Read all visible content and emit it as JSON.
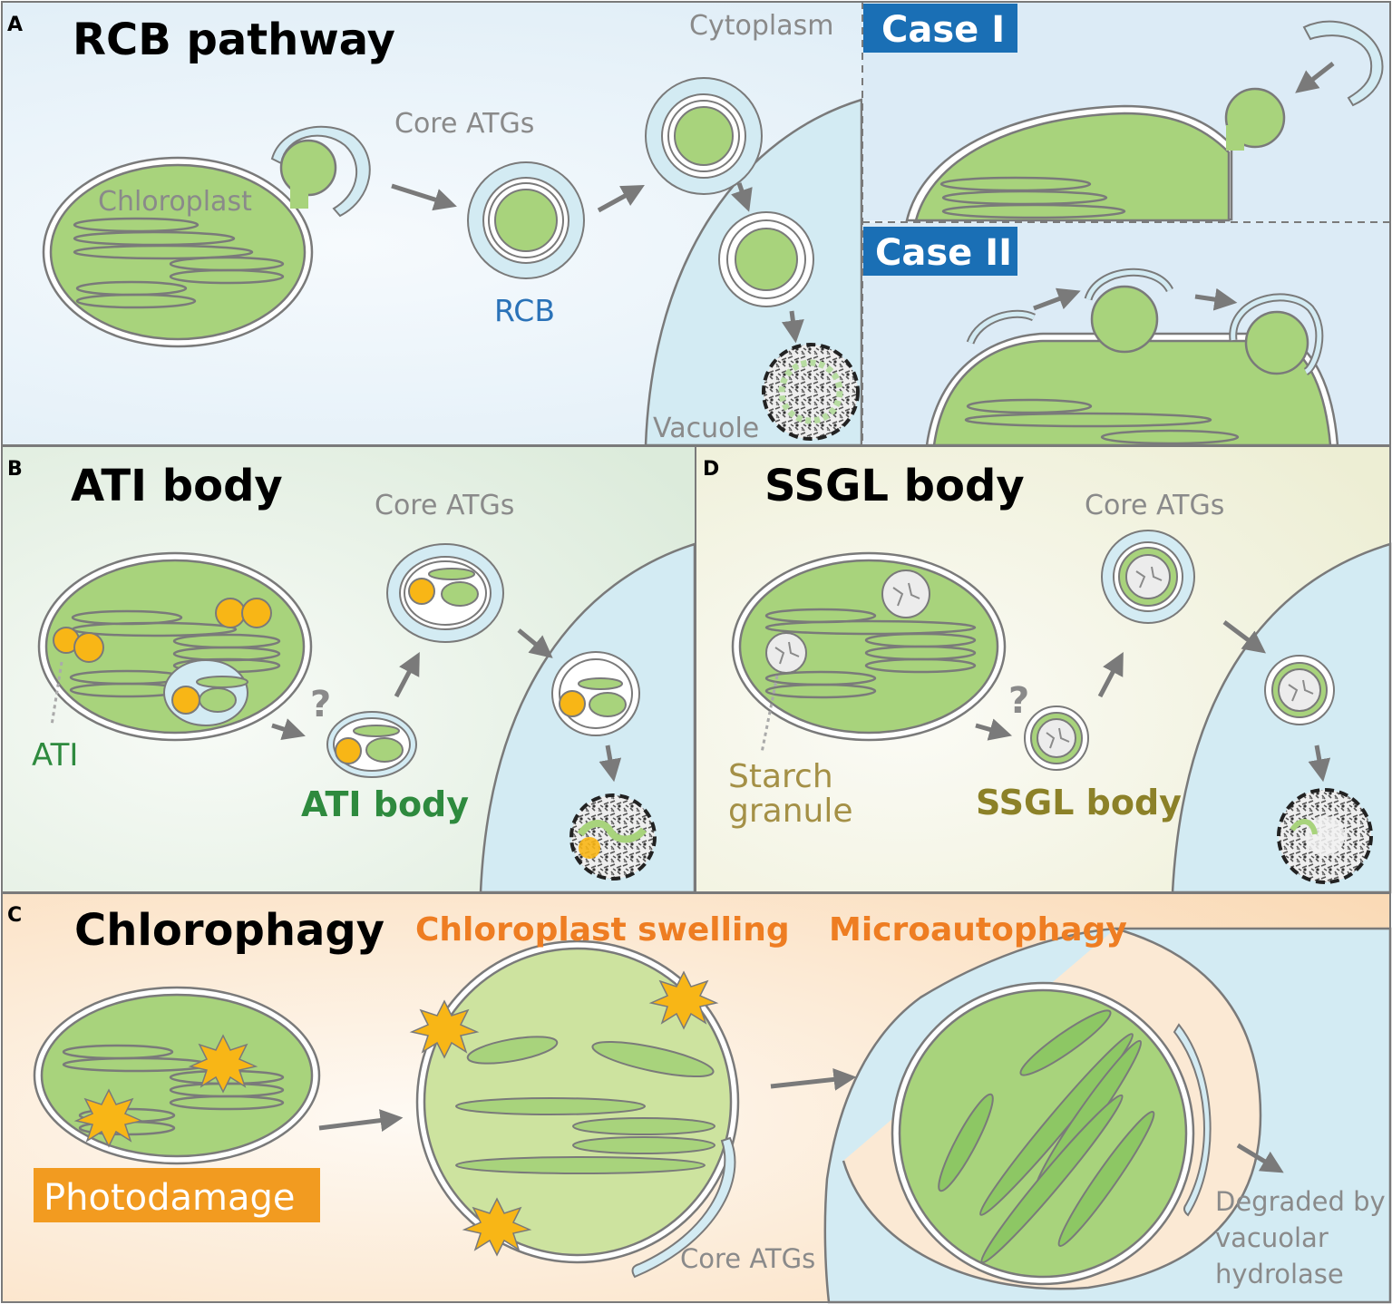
{
  "panelA": {
    "letter": "A",
    "title": "RCB pathway",
    "cytoplasm": "Cytoplasm",
    "core_atgs": "Core ATGs",
    "chloroplast": "Chloroplast",
    "rcb": "RCB",
    "vacuole": "Vacuole",
    "case1": "Case I",
    "case2": "Case II"
  },
  "panelB": {
    "letter": "B",
    "title": "ATI body",
    "core_atgs": "Core ATGs",
    "question": "?",
    "ati": "ATI",
    "ati_body": "ATI body"
  },
  "panelD": {
    "letter": "D",
    "title": "SSGL body",
    "core_atgs": "Core ATGs",
    "question": "?",
    "starch_line1": "Starch",
    "starch_line2": "granule",
    "ssgl_body": "SSGL body"
  },
  "panelC": {
    "letter": "C",
    "title": "Chlorophagy",
    "swelling": "Chloroplast swelling",
    "micro": "Microautophagy",
    "photodamage": "Photodamage",
    "core_atgs": "Core ATGs",
    "degraded_line1": "Degraded by",
    "degraded_line2": "vacuolar",
    "degraded_line3": "hydrolase"
  },
  "colors": {
    "chloroplast_fill": "#a8d37c",
    "stroma_light": "#cde39f",
    "vacuole": "#d3ebf3",
    "membrane_grey": "#7a7a7a",
    "ati_yellow": "#f8b616",
    "label_blue": "#2a72b8",
    "ati_green": "#2e8a3e",
    "ssgl_olive": "#8c8128",
    "starch_text": "#a49046",
    "orange": "#ee7d22",
    "case_box": "#1a6fb5"
  }
}
